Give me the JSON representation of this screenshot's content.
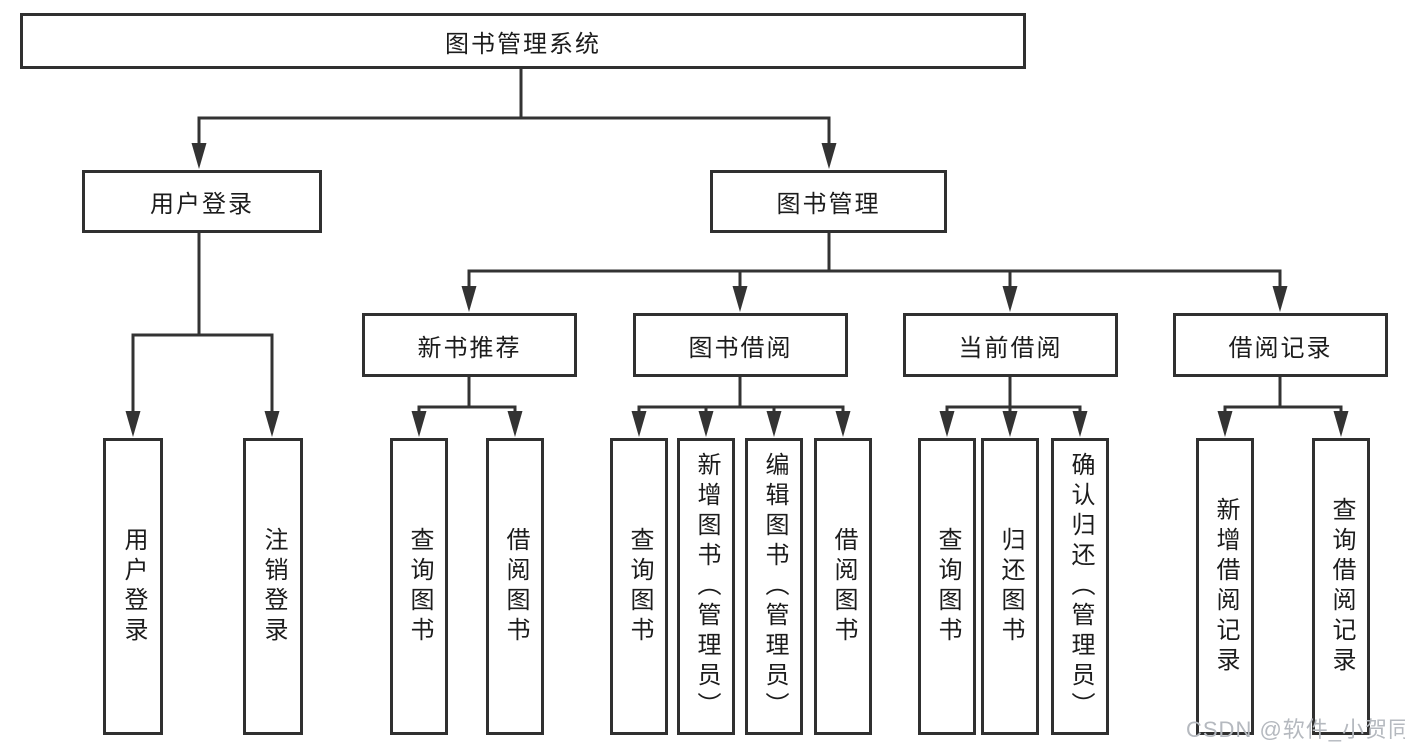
{
  "colors": {
    "line": "#333333",
    "box_border": "#303030",
    "text": "#1c1c1c",
    "watermark": "#b5b9bf",
    "background": "#ffffff"
  },
  "tree": {
    "root": {
      "label": "图书管理系统",
      "children": [
        {
          "label": "用户登录",
          "children": [
            {
              "label": "用户登录"
            },
            {
              "label": "注销登录"
            }
          ]
        },
        {
          "label": "图书管理",
          "children": [
            {
              "label": "新书推荐",
              "children": [
                {
                  "label": "查询图书"
                },
                {
                  "label": "借阅图书"
                }
              ]
            },
            {
              "label": "图书借阅",
              "children": [
                {
                  "label": "查询图书"
                },
                {
                  "label": "新增图书（管理员）"
                },
                {
                  "label": "编辑图书（管理员）"
                },
                {
                  "label": "借阅图书"
                }
              ]
            },
            {
              "label": "当前借阅",
              "children": [
                {
                  "label": "查询图书"
                },
                {
                  "label": "归还图书"
                },
                {
                  "label": "确认归还（管理员）"
                }
              ]
            },
            {
              "label": "借阅记录",
              "children": [
                {
                  "label": "新增借阅记录"
                },
                {
                  "label": "查询借阅记录"
                }
              ]
            }
          ]
        }
      ]
    }
  },
  "watermark": {
    "text": "CSDN @软件_小贺同学"
  }
}
